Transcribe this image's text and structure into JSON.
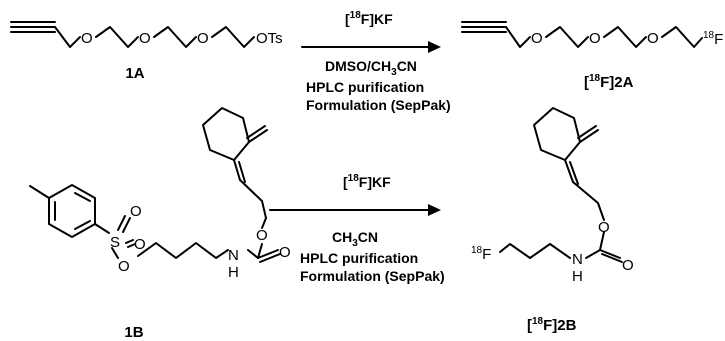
{
  "reaction1": {
    "reagent_iso": "18",
    "reagent_main": "F]KF",
    "solvent_main": "DMSO/CH",
    "solvent_sub": "3",
    "solvent_tail": "CN",
    "step2": "HPLC purification",
    "step3": "Formulation (SepPak)",
    "reactant_label": "1A",
    "product_label_iso": "18",
    "product_label_main": "F]2A",
    "atoms": {
      "o": "O",
      "ots": "OTs",
      "f_iso": "18",
      "f": "F"
    }
  },
  "reaction2": {
    "reagent_iso": "18",
    "reagent_main": "F]KF",
    "solvent_main": "CH",
    "solvent_sub": "3",
    "solvent_tail": "CN",
    "step2": "HPLC purification",
    "step3": "Formulation (SepPak)",
    "reactant_label": "1B",
    "product_label_iso": "18",
    "product_label_main": "F]2B",
    "atoms": {
      "s": "S",
      "o": "O",
      "n": "N",
      "h": "H",
      "f_iso": "18",
      "f": "F"
    }
  }
}
